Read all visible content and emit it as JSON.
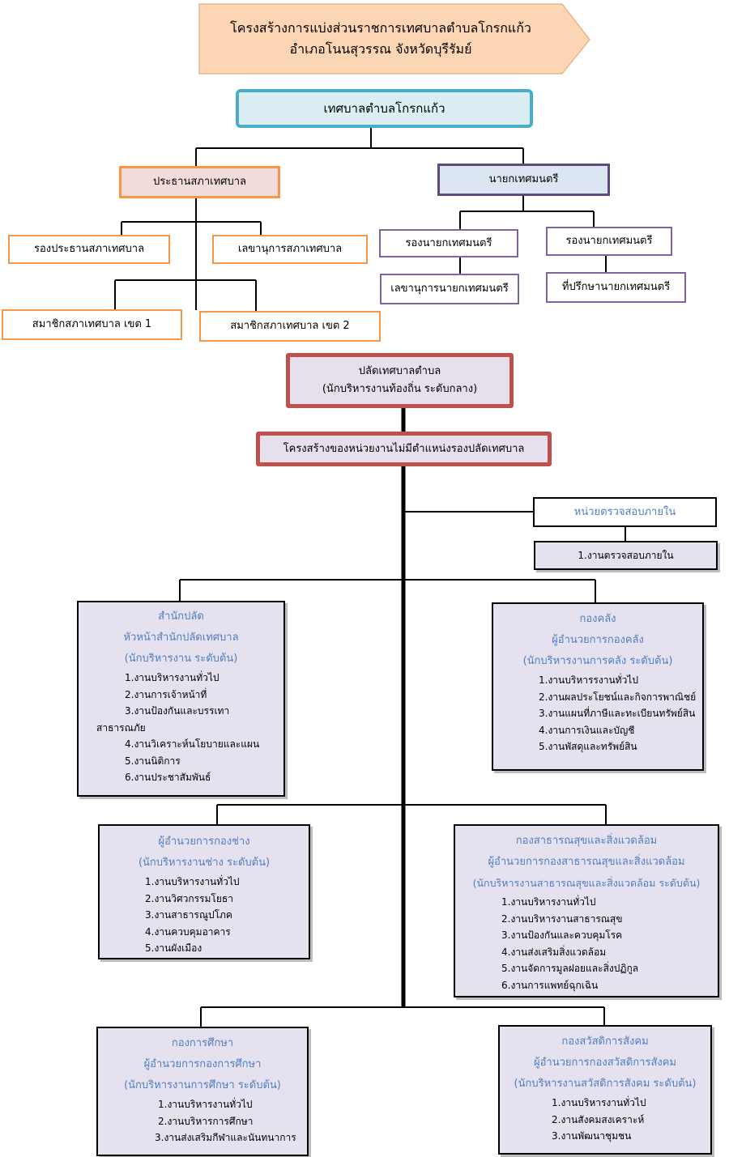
{
  "header": {
    "line1": "โครงสร้างการแบ่งส่วนราชการเทศบาลตำบลโกรกแก้ว",
    "line2": "อำเภอโนนสุวรรณ จังหวัดบุรีรัมย์"
  },
  "top": {
    "municipality": "เทศบาลตำบลโกรกแก้ว",
    "council_chair": "ประธานสภาเทศบาล",
    "mayor": "นายกเทศมนตรี"
  },
  "council": {
    "vice_chair": "รองประธานสภาเทศบาล",
    "secretary": "เลขานุการสภาเทศบาล",
    "member1": "สมาชิกสภาเทศบาล เขต 1",
    "member2": "สมาชิกสภาเทศบาล เขต 2"
  },
  "executive": {
    "deputy1": "รองนายกเทศมนตรี",
    "deputy2": "รองนายกเทศมนตรี",
    "secretary": "เลขานุการนายกเทศมนตรี",
    "advisor": "ที่ปรึกษานายกเทศมนตรี"
  },
  "clerk": {
    "line1": "ปลัดเทศบาลตำบล",
    "line2": "(นักบริหารงานท้องถิ่น ระดับกลาง)"
  },
  "structure_note": "โครงสร้างของหน่วยงานไม่มีตำแหน่งรองปลัดเทศบาล",
  "audit": {
    "title": "หน่วยตรวจสอบภายใน",
    "item": "1.งานตรวจสอบภายใน"
  },
  "departments": {
    "office": {
      "heading": [
        "สำนักปลัด",
        "หัวหน้าสำนักปลัดเทศบาล",
        "(นักบริหารงาน ระดับต้น)"
      ],
      "items": [
        "1.งานบริหารงานทั่วไป",
        "2.งานการเจ้าหน้าที่",
        "3.งานป้องกันและบรรเทา",
        "สาธารณภัย",
        "4.งานวิเคราะห์นโยบายและแผน",
        "5.งานนิติการ",
        "6.งานประชาสัมพันธ์"
      ]
    },
    "finance": {
      "heading": [
        "กองคลัง",
        "ผู้อำนวยการกองคลัง",
        "(นักบริหารงานการคลัง ระดับต้น)"
      ],
      "items": [
        "1.งานบริหารรงานทั่วไป",
        "2.งานผลประโยชน์และกิจการพาณิชย์",
        "3.งานแผนที่ภาษีและทะเบียนทรัพย์สิน",
        "4.งานการเงินและบัญชี",
        "5.งานพัสดุและทรัพย์สิน"
      ]
    },
    "engineering": {
      "heading": [
        "ผู้อำนวยการกองช่าง",
        "(นักบริหารงานช่าง ระดับต้น)"
      ],
      "items": [
        "1.งานบริหารงานทั่วไป",
        "2.งานวิศวกรรมโยธา",
        "3.งานสาธารณูปโภค",
        "4.งานควบคุมอาคาร",
        "5.งานผังเมือง"
      ]
    },
    "health": {
      "heading": [
        "กองสาธารณสุขและสิ่งแวดล้อม",
        "ผู้อำนวยการกองสาธารณสุขและสิ่งแวดล้อม",
        "(นักบริหารงานสาธารณสุขและสิ่งแวดล้อม ระดับต้น)"
      ],
      "items": [
        "1.งานบริหารงานทั่วไป",
        "2.งานบริหารงานสาธารณสุข",
        "3.งานป้องกันและควบคุมโรค",
        "4.งานส่งเสริมสิ่งแวดล้อม",
        "5.งานจัดการมูลฝอยและสิ่งปฏิกูล",
        "6.งานการแพทย์ฉุกเฉิน"
      ]
    },
    "education": {
      "heading": [
        "กองการศึกษา",
        "ผู้อำนวยการกองการศึกษา",
        "(นักบริหารงานการศึกษา ระดับต้น)"
      ],
      "items": [
        "1.งานบริหารงานทั่วไป",
        "2.งานบริหารการศึกษา",
        "3.งานส่งเสริมกีฬาและนันทนาการ"
      ]
    },
    "welfare": {
      "heading": [
        "กองสวัสดิการสังคม",
        "ผู้อำนวยการกองสวัสดิการสังคม",
        "(นักบริหารงานสวัสดิการสังคม ระดับต้น)"
      ],
      "items": [
        "1.งานบริหารงานทั่วไป",
        "2.งานสังคมสงเคราะห์",
        "3.งานพัฒนาชุมชน"
      ]
    }
  }
}
